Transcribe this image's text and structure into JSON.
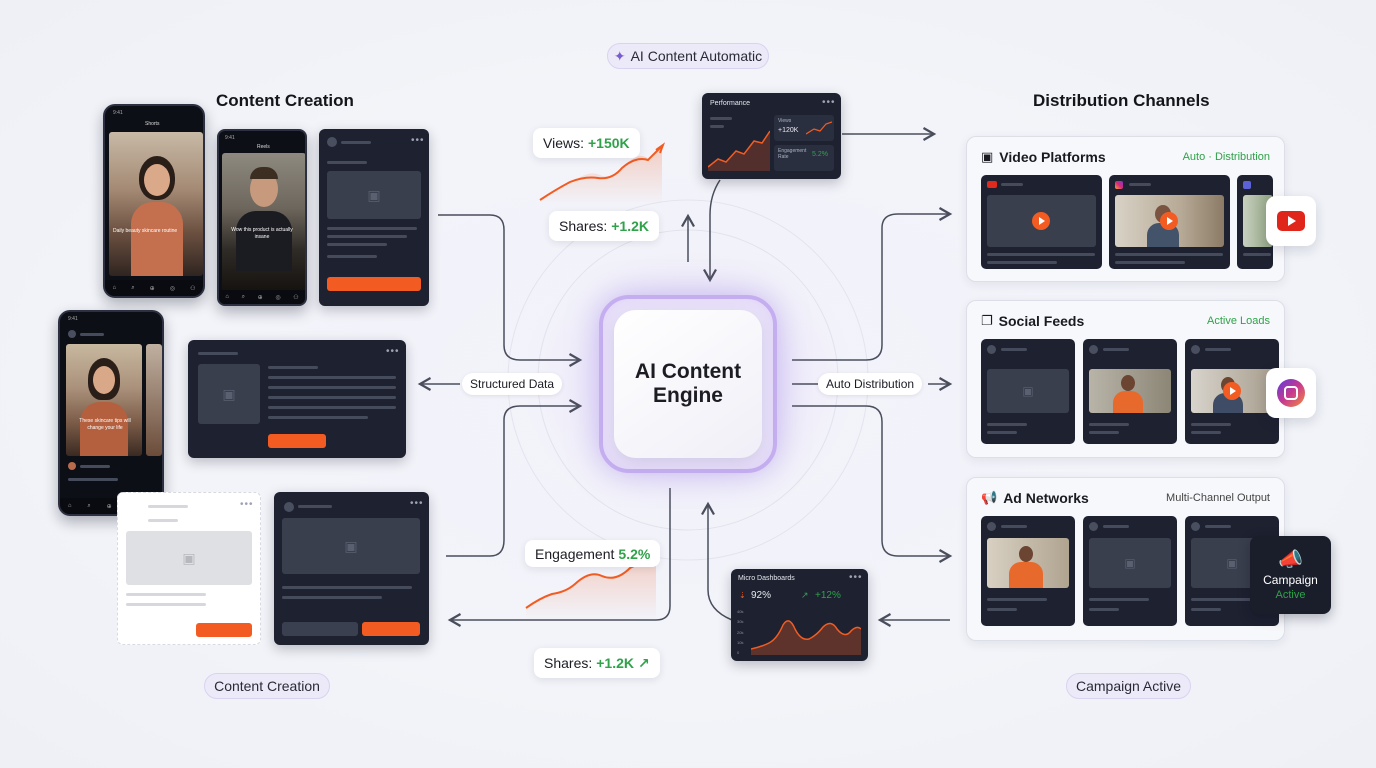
{
  "top_tag": {
    "icon": "sparkle-icon",
    "label": "AI Content Automatic"
  },
  "engine": {
    "line1": "AI Content",
    "line2": "Engine"
  },
  "left": {
    "title": "Content Creation",
    "bottom_tag": "Content Creation",
    "phone1": {
      "header": "Shorts",
      "caption": "Daily beauty skincare routine",
      "time": "9:41"
    },
    "phone2": {
      "header": "Reels",
      "caption": "Wow this product is actually insane",
      "time": "9:41"
    },
    "phone3": {
      "caption": "These skincare tips will change your life",
      "time": "9:41"
    }
  },
  "right": {
    "title": "Distribution Channels",
    "bottom_tag": "Campaign Active",
    "channels": [
      {
        "icon": "video-icon",
        "label": "Video Platforms",
        "status": "Auto · Distribution"
      },
      {
        "icon": "stack-icon",
        "label": "Social Feeds",
        "status": "Active Loads"
      },
      {
        "icon": "megaphone-icon",
        "label": "Ad Networks",
        "status": "Multi-Channel Output"
      }
    ],
    "campaign": {
      "label": "Campaign",
      "status": "Active"
    }
  },
  "flow_labels": {
    "left": "Structured Data",
    "right": "Auto Distribution"
  },
  "metrics": {
    "views": {
      "label": "Views:",
      "value": "+150K"
    },
    "shares_top": {
      "label": "Shares:",
      "value": "+1.2K"
    },
    "engagement": {
      "label": "Engagement",
      "value": "5.2%"
    },
    "shares_bottom": {
      "label": "Shares:",
      "value": "+1.2K"
    }
  },
  "performance": {
    "title": "Performance",
    "views_label": "Views",
    "views_value": "+120K",
    "engagement_label": "Engagement Rate",
    "engagement_value": "5.2%"
  },
  "micro": {
    "title": "Micro Dashboards",
    "stat1": "92%",
    "stat2": "+12%",
    "y_ticks": [
      "40k",
      "30k",
      "20k",
      "10k",
      "0"
    ]
  },
  "colors": {
    "accent": "#f25c22",
    "positive": "#2fa24a",
    "engine_glow": "#b69cf0"
  }
}
